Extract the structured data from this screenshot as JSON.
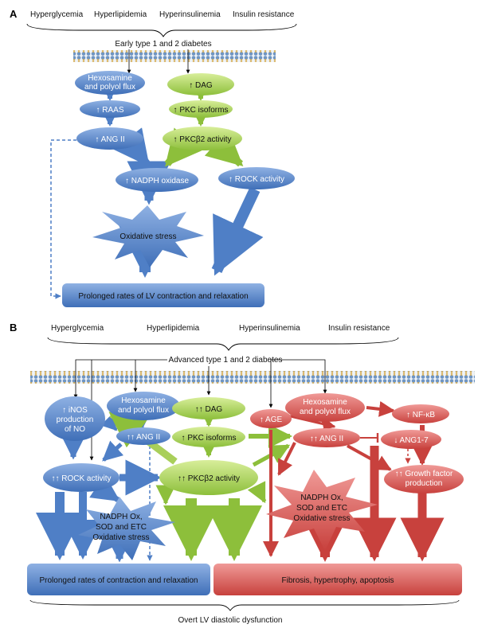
{
  "panelA": {
    "letter": "A",
    "conditions": [
      "Hyperglycemia",
      "Hyperlipidemia",
      "Hyperinsulinemia",
      "Insulin resistance"
    ],
    "early": "Early type 1 and 2 diabetes",
    "hexosamine": [
      "Hexosamine",
      "and polyol flux"
    ],
    "dag": "↑ DAG",
    "raas": "↑ RAAS",
    "pkc_isoforms": "↑ PKC isoforms",
    "ang2": "↑ ANG II",
    "pkcb2": "↑ PKCβ2 activity",
    "nadph": "↑ NADPH oxidase",
    "rock": "↑ ROCK activity",
    "oxidative": "Oxidative stress",
    "outcome": "Prolonged rates of LV contraction and relaxation"
  },
  "panelB": {
    "letter": "B",
    "conditions": [
      "Hyperglycemia",
      "Hyperlipidemia",
      "Hyperinsulinemia",
      "Insulin resistance"
    ],
    "advanced": "Advanced type 1 and 2 diabetes",
    "inos": [
      "↑ iNOS",
      "production",
      "of NO"
    ],
    "hexosamine_blue": [
      "Hexosamine",
      "and polyol flux"
    ],
    "dag": "↑↑ DAG",
    "age": "↑ AGE",
    "hexosamine_red": [
      "Hexosamine",
      "and polyol flux"
    ],
    "nfkb": "↑ NF-κB",
    "ang2_blue": "↑↑ ANG II",
    "pkc_isoforms": "↑ PKC isoforms",
    "ang2_red": "↑↑ ANG II",
    "ang17": "↓ ANG1-7",
    "rock": "↑↑ ROCK activity",
    "pkcb2": "↑↑ PKCβ2 activity",
    "growth": [
      "↑↑ Growth factor",
      "production"
    ],
    "ox_blue": [
      "NADPH Ox,",
      "SOD and ETC",
      "Oxidative stress"
    ],
    "ox_red": [
      "NADPH Ox,",
      "SOD and ETC",
      "Oxidative stress"
    ],
    "outcome_blue": "Prolonged rates of contraction and relaxation",
    "outcome_red": "Fibrosis, hypertrophy, apoptosis",
    "final": "Overt LV diastolic dysfunction"
  },
  "colors": {
    "blue": "#4f7fc6",
    "green": "#a9cf5a",
    "red": "#d9534f",
    "membrane": "#7a9cc4"
  }
}
